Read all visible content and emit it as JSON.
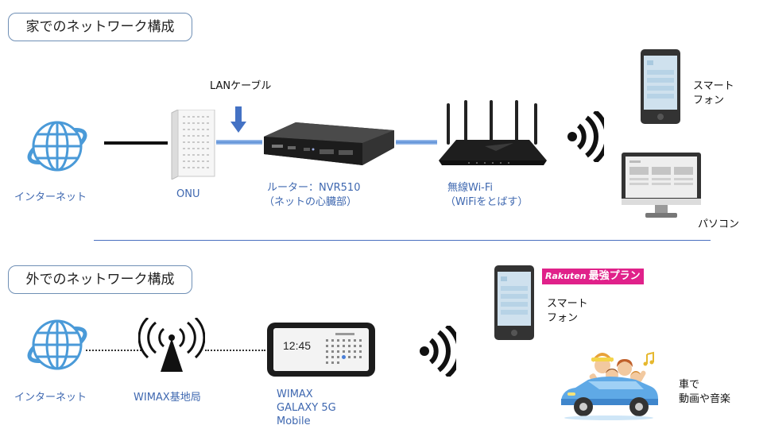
{
  "home": {
    "title": "家でのネットワーク構成",
    "labels": {
      "internet": "インターネット",
      "onu": "ONU",
      "lan_cable": "LANケーブル",
      "router_line1": "ルーター：NVR510",
      "router_line2": "（ネットの心臓部）",
      "wifi_line1": "無線Wi-Fi",
      "wifi_line2": "（WiFiをとばす）",
      "smartphone_line1": "スマート",
      "smartphone_line2": "フォン",
      "pc": "パソコン"
    }
  },
  "outside": {
    "title": "外でのネットワーク構成",
    "labels": {
      "internet": "インターネット",
      "base_station": "WIMAX基地局",
      "device_line1": "WIMAX",
      "device_line2": "GALAXY 5G",
      "device_line3": "Mobile",
      "device_clock": "12:45",
      "smartphone_line1": "スマート",
      "smartphone_line2": "フォン",
      "badge_brand": "Rakuten",
      "badge_text": "最強プラン",
      "car_line1": "車で",
      "car_line2": "動画や音楽"
    }
  },
  "colors": {
    "label_blue": "#3f68b0",
    "globe_blue": "#4a9ad8",
    "cable_blue": "#5b8fd6",
    "badge_pink": "#e0218a",
    "divider": "#4a6fc0"
  }
}
